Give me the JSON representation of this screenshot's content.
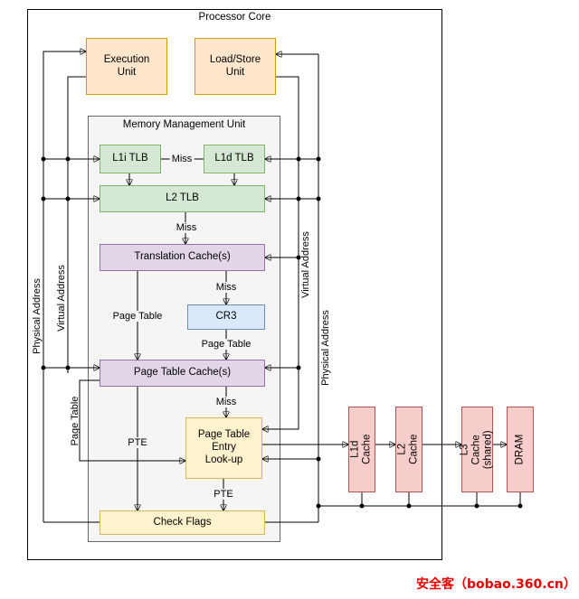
{
  "diagram": {
    "processor_core_label": "Processor Core",
    "mmu_label": "Memory Management Unit"
  },
  "boxes": {
    "execution_unit": {
      "label": "Execution\nUnit"
    },
    "load_store_unit": {
      "label": "Load/Store\nUnit"
    },
    "l1i_tlb": {
      "label": "L1i TLB"
    },
    "l1d_tlb": {
      "label": "L1d TLB"
    },
    "l2_tlb": {
      "label": "L2 TLB"
    },
    "translation_caches": {
      "label": "Translation Cache(s)"
    },
    "cr3": {
      "label": "CR3"
    },
    "page_table_caches": {
      "label": "Page Table Cache(s)"
    },
    "pte_lookup": {
      "label": "Page Table\nEntry\nLook-up"
    },
    "check_flags": {
      "label": "Check Flags"
    },
    "l1d_cache": {
      "label": "L1d Cache"
    },
    "l2_cache": {
      "label": "L2 Cache"
    },
    "l3_cache": {
      "label": "L3 Cache\n(shared)"
    },
    "dram": {
      "label": "DRAM"
    }
  },
  "edge_labels": {
    "miss_l1_tlbs": "Miss",
    "miss_l2_tlb": "Miss",
    "miss_translation_caches": "Miss",
    "miss_page_table_caches": "Miss",
    "page_table_translation": "Page Table",
    "page_table_cr3": "Page Table",
    "page_table_feedback": "Page Table",
    "pte_left": "PTE",
    "pte_bottom": "PTE"
  },
  "bus_labels": {
    "physical_address_left": "Physical Address",
    "virtual_address_left": "Virtual Address",
    "virtual_address_right": "Virtual Address",
    "physical_address_right": "Physical Address"
  },
  "watermark": {
    "text": "安全客（bobao.360.cn）",
    "color": "#E60000"
  },
  "colors": {
    "unit_fill": "#FFE6CC",
    "unit_border": "#D79B00",
    "tlb_fill": "#D5E8D4",
    "tlb_border": "#82B366",
    "translation_fill": "#E1D5E7",
    "translation_border": "#9673A6",
    "cr3_fill": "#DAE8FC",
    "cr3_border": "#6C8EBF",
    "lookup_fill": "#FFF2CC",
    "lookup_border": "#D6B656",
    "memory_fill": "#F8CECC",
    "memory_border": "#B85450",
    "mmu_fill": "#F5F5F5",
    "line": "#000000",
    "watermark_red": "#E60000"
  }
}
